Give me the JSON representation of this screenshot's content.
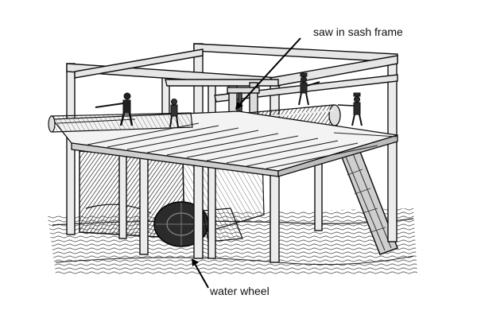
{
  "figure": {
    "labels": {
      "saw_frame": "saw in sash frame",
      "water_wheel": "water wheel"
    },
    "colors": {
      "ink": "#1a1a1a",
      "paper": "#ffffff",
      "water": "#2a2a2a"
    },
    "icons": [
      "sawmill-engraving",
      "sawyer-figure",
      "saw-blade",
      "log",
      "water-wheel"
    ]
  }
}
